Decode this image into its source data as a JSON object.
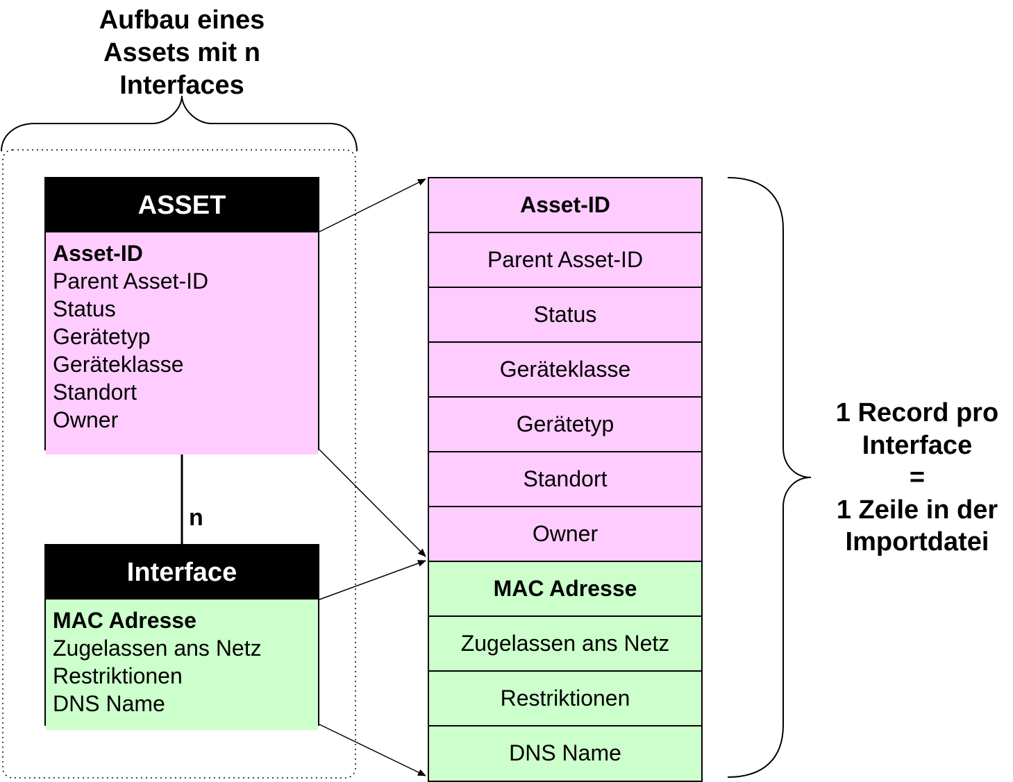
{
  "overview": {
    "title_lines": [
      "Aufbau eines",
      "Assets mit n",
      "Interfaces"
    ]
  },
  "asset_entity": {
    "header": "ASSET",
    "fields": [
      {
        "label": "Asset-ID",
        "key": true
      },
      {
        "label": "Parent Asset-ID",
        "key": false
      },
      {
        "label": "Status",
        "key": false
      },
      {
        "label": "Gerätetyp",
        "key": false
      },
      {
        "label": "Geräteklasse",
        "key": false
      },
      {
        "label": "Standort",
        "key": false
      },
      {
        "label": "Owner",
        "key": false
      }
    ]
  },
  "relationship": {
    "cardinality": "n"
  },
  "interface_entity": {
    "header": "Interface",
    "fields": [
      {
        "label": "MAC Adresse",
        "key": true
      },
      {
        "label": "Zugelassen ans Netz",
        "key": false
      },
      {
        "label": "Restriktionen",
        "key": false
      },
      {
        "label": "DNS Name",
        "key": false
      }
    ]
  },
  "record": {
    "asset_cells": [
      {
        "label": "Asset-ID",
        "key": true
      },
      {
        "label": "Parent Asset-ID",
        "key": false
      },
      {
        "label": "Status",
        "key": false
      },
      {
        "label": "Geräteklasse",
        "key": false
      },
      {
        "label": "Gerätetyp",
        "key": false
      },
      {
        "label": "Standort",
        "key": false
      },
      {
        "label": "Owner",
        "key": false
      }
    ],
    "interface_cells": [
      {
        "label": "MAC Adresse",
        "key": true
      },
      {
        "label": "Zugelassen ans Netz",
        "key": false
      },
      {
        "label": "Restriktionen",
        "key": false
      },
      {
        "label": "DNS Name",
        "key": false
      }
    ]
  },
  "summary": {
    "lines": [
      "1 Record pro",
      "Interface",
      "=",
      "1 Zeile in der",
      "Importdatei"
    ]
  },
  "colors": {
    "asset_fill": "#ffccff",
    "interface_fill": "#ccffcc",
    "header_fill": "#000000",
    "header_text": "#ffffff",
    "line": "#000000"
  }
}
